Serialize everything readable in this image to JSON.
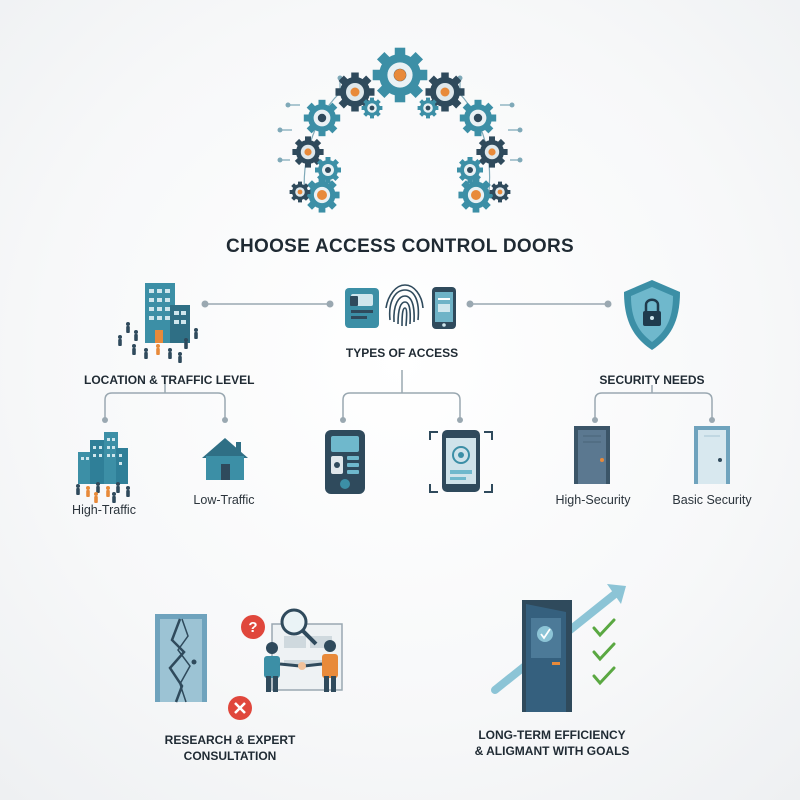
{
  "title": "CHOOSE ACCESS CONTROL DOORS",
  "branches": {
    "location": {
      "label": "LOCATION & TRAFFIC LEVEL",
      "children": [
        "High-Traffic",
        "Low-Traffic"
      ]
    },
    "access": {
      "label": "TYPES OF ACCESS",
      "children": [
        "",
        ""
      ]
    },
    "security": {
      "label": "SECURITY NEEDS",
      "children": [
        "High-Security",
        "Basic Security"
      ]
    }
  },
  "bottom": {
    "research": {
      "line1": "RESEARCH & EXPERT",
      "line2": "CONSULTATION"
    },
    "longterm": {
      "line1": "LONG-TERM EFFICIENCY",
      "line2": "& ALIGMANT WITH GOALS"
    }
  },
  "colors": {
    "teal": "#3c8fa6",
    "dark_slate": "#2f4a5c",
    "connector": "#9aa8b1",
    "orange": "#e88a3a",
    "red": "#e0473c",
    "green": "#5aa842",
    "door_blue": "#35607e"
  },
  "icons": {
    "gear_arch": "gears-arch-icon",
    "location": "office-building-icon",
    "access_types": [
      "card-reader-icon",
      "fingerprint-icon",
      "smartphone-icon"
    ],
    "security": "shield-lock-icon",
    "high_traffic": "city-crowd-icon",
    "low_traffic": "house-icon",
    "card_terminal": "card-terminal-icon",
    "mobile_access": "mobile-scan-icon",
    "high_security_door": "steel-door-icon",
    "basic_door": "basic-door-icon",
    "research": "consultation-icon",
    "longterm": "growth-door-icon"
  }
}
